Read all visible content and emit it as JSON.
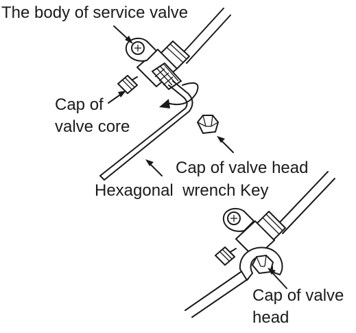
{
  "labels": {
    "service_valve_body": "The body of service valve",
    "cap_valve_core_line1": "Cap of",
    "cap_valve_core_line2": "valve core",
    "cap_valve_head_top": "Cap of valve head",
    "hex_wrench_key": "Hexagonal  wrench Key",
    "cap_valve_head_bottom_line1": "Cap of valve",
    "cap_valve_head_bottom_line2": "head"
  }
}
